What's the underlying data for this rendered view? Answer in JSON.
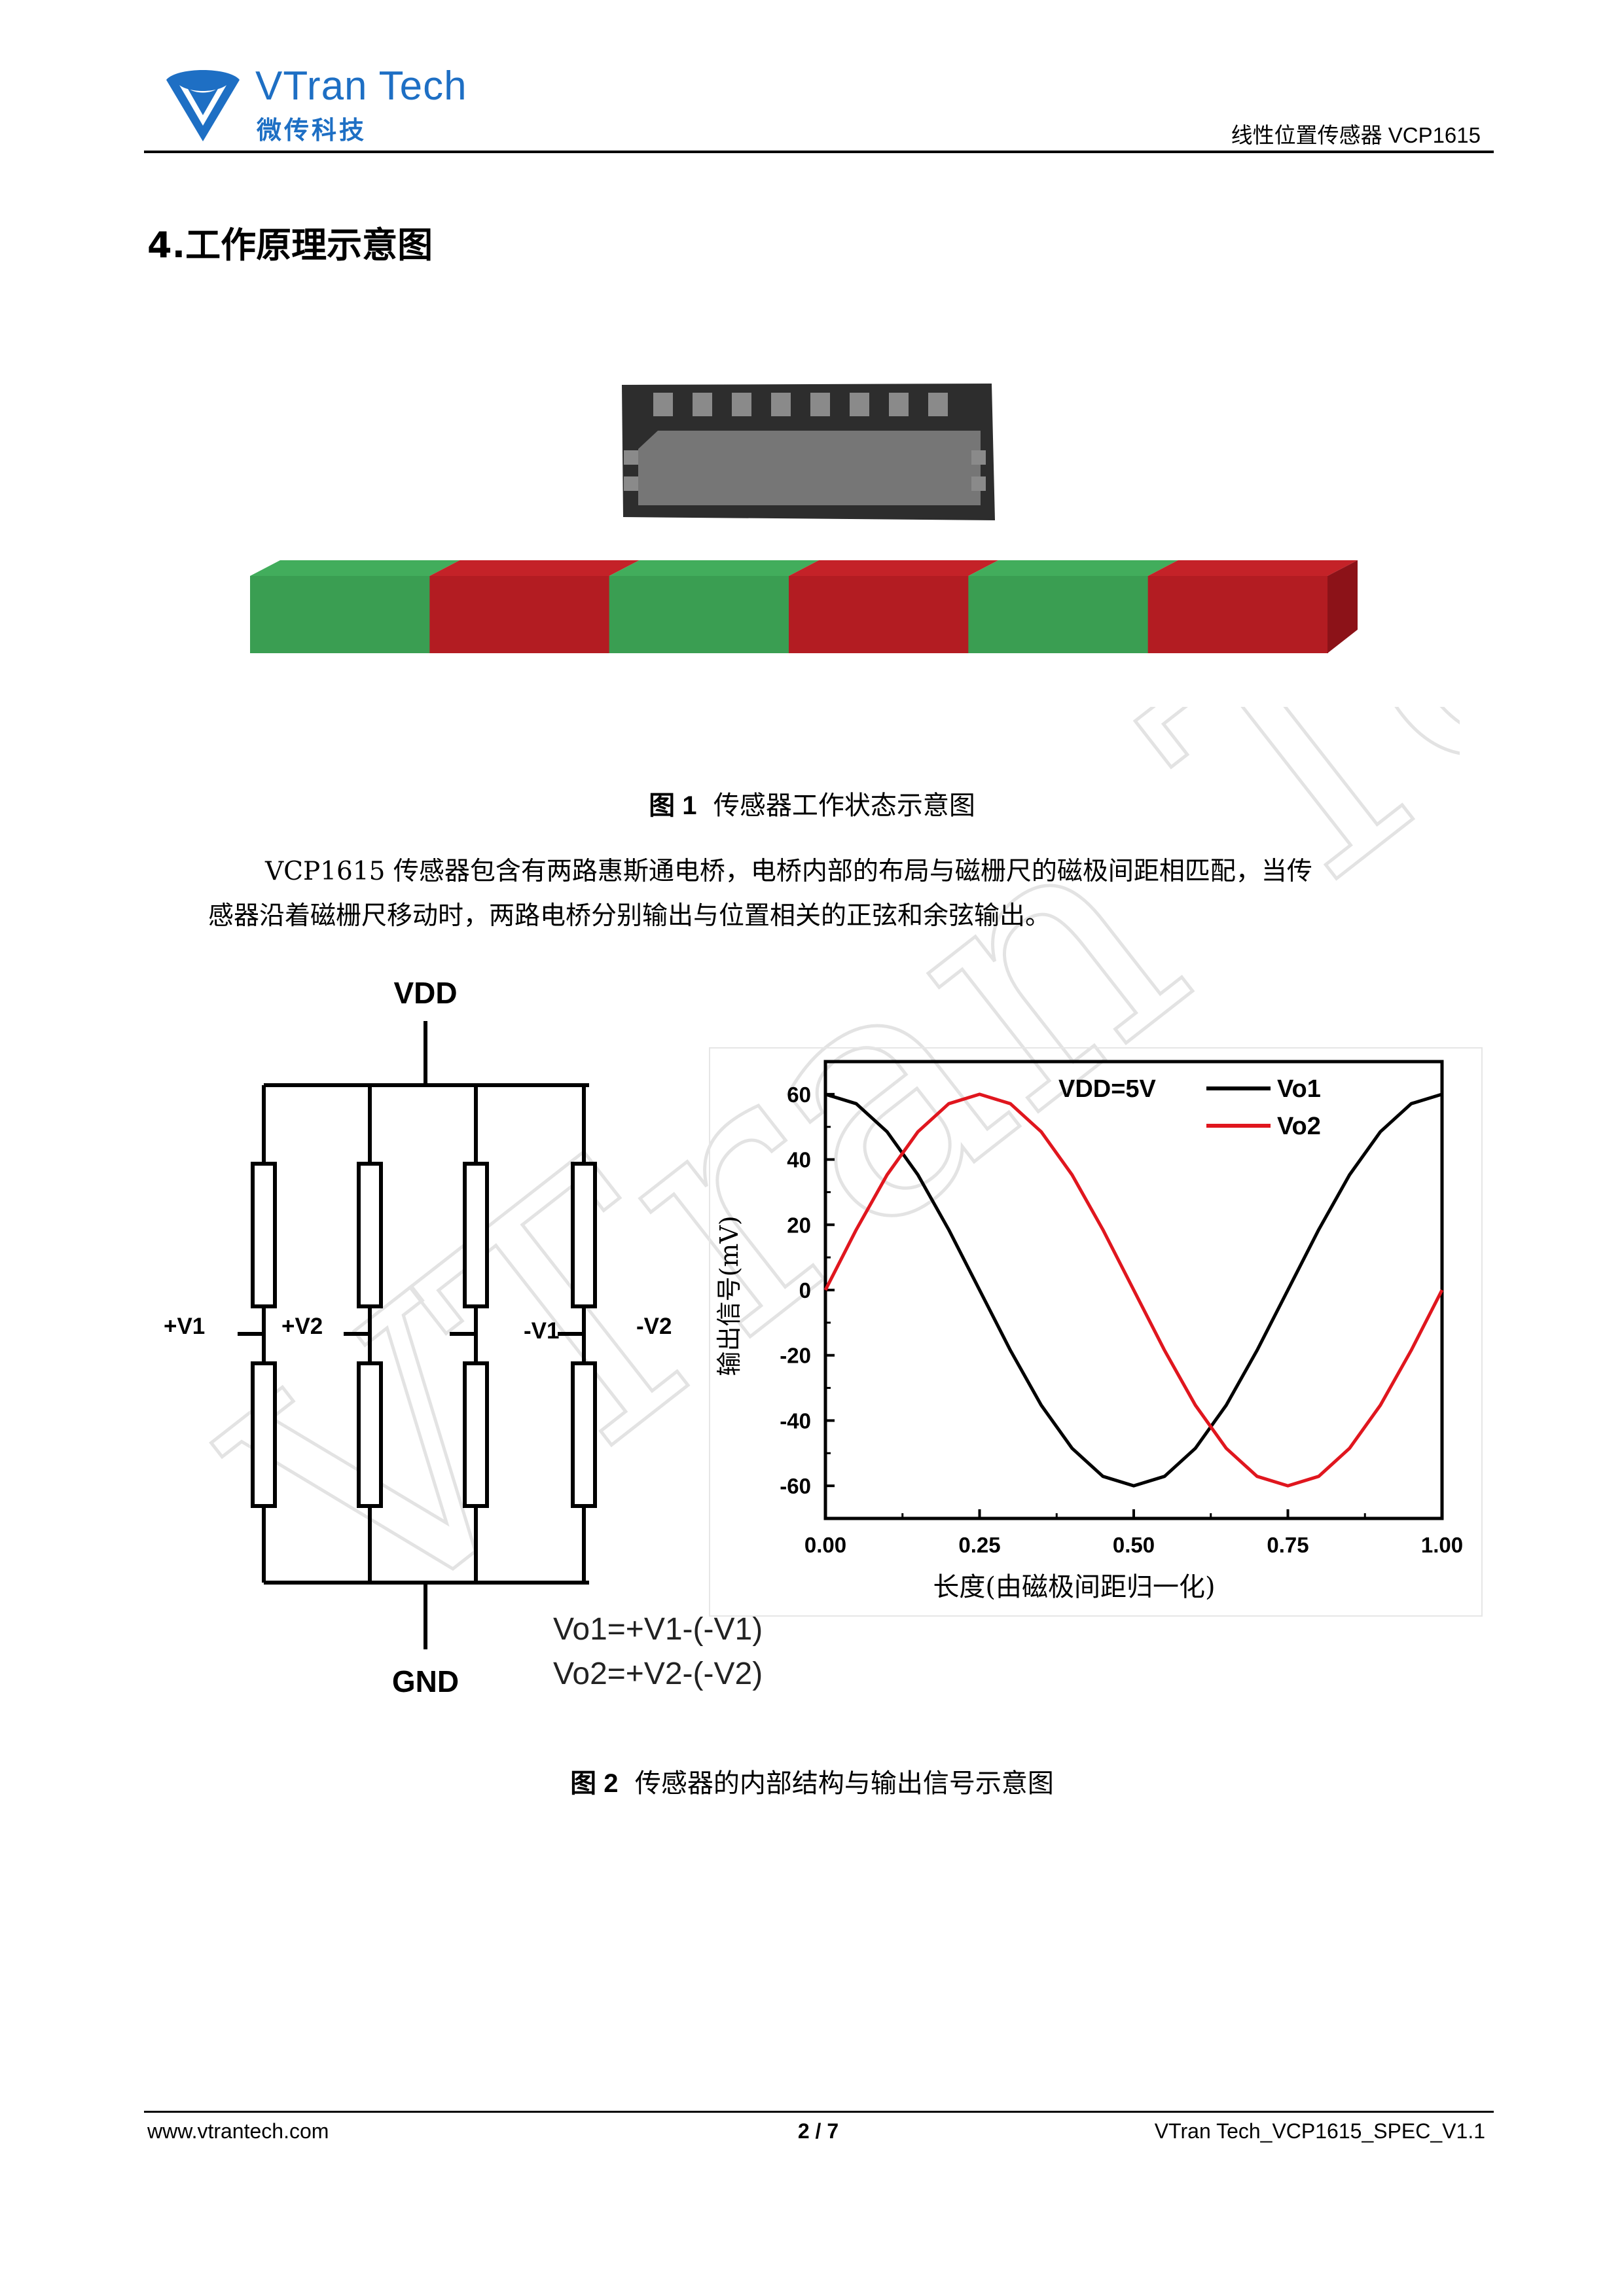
{
  "header": {
    "logo_name": "VTran Tech",
    "logo_cn": "微传科技",
    "doc_title": "线性位置传感器 VCP1615"
  },
  "section": {
    "title": "4.工作原理示意图"
  },
  "figure1": {
    "label": "图 1",
    "caption": "传感器工作状态示意图",
    "chip_pads": 8,
    "scale_segments": [
      "green",
      "red",
      "green",
      "red",
      "green",
      "red"
    ],
    "colors": {
      "green": "#3a9e52",
      "red": "#b31c22",
      "chip": "#2d2d2d",
      "die": "#767676"
    }
  },
  "paragraph": {
    "line1": "VCP1615 传感器包含有两路惠斯通电桥，电桥内部的布局与磁栅尺的磁极间距相匹配，当传",
    "line2": "感器沿着磁栅尺移动时，两路电桥分别输出与位置相关的正弦和余弦输出。"
  },
  "circuit": {
    "vdd": "VDD",
    "gnd": "GND",
    "plus_v1": "+V1",
    "plus_v2": "+V2",
    "minus_v1": "-V1",
    "minus_v2": "-V2",
    "eq1": "Vo1=+V1-(-V1)",
    "eq2": "Vo2=+V2-(-V2)"
  },
  "chart_data": {
    "type": "line",
    "title": "",
    "annotation": "VDD=5V",
    "xlabel": "长度(由磁极间距归一化)",
    "ylabel": "输出信号(mV)",
    "xlim": [
      0,
      1
    ],
    "ylim": [
      -70,
      70
    ],
    "xticks": [
      "0.00",
      "0.25",
      "0.50",
      "0.75",
      "1.00"
    ],
    "yticks": [
      "60",
      "40",
      "20",
      "0",
      "-20",
      "-40",
      "-60"
    ],
    "x": [
      0,
      0.05,
      0.1,
      0.15,
      0.2,
      0.25,
      0.3,
      0.35,
      0.4,
      0.45,
      0.5,
      0.55,
      0.6,
      0.65,
      0.7,
      0.75,
      0.8,
      0.85,
      0.9,
      0.95,
      1.0
    ],
    "series": [
      {
        "name": "Vo1",
        "color": "#000000",
        "values": [
          60,
          57.1,
          48.5,
          35.3,
          18.5,
          0,
          -18.5,
          -35.3,
          -48.5,
          -57.1,
          -60,
          -57.1,
          -48.5,
          -35.3,
          -18.5,
          0,
          18.5,
          35.3,
          48.5,
          57.1,
          60
        ]
      },
      {
        "name": "Vo2",
        "color": "#e0161e",
        "values": [
          0,
          18.5,
          35.3,
          48.5,
          57.1,
          60,
          57.1,
          48.5,
          35.3,
          18.5,
          0,
          -18.5,
          -35.3,
          -48.5,
          -57.1,
          -60,
          -57.1,
          -48.5,
          -35.3,
          -18.5,
          0
        ]
      }
    ],
    "legend_position": "top-right"
  },
  "figure2": {
    "label": "图 2",
    "caption": "传感器的内部结构与输出信号示意图"
  },
  "footer": {
    "url": "www.vtrantech.com",
    "page": "2 / 7",
    "doc_id": "VTran Tech_VCP1615_SPEC_V1.1"
  },
  "watermark_text": "VTran Tech"
}
